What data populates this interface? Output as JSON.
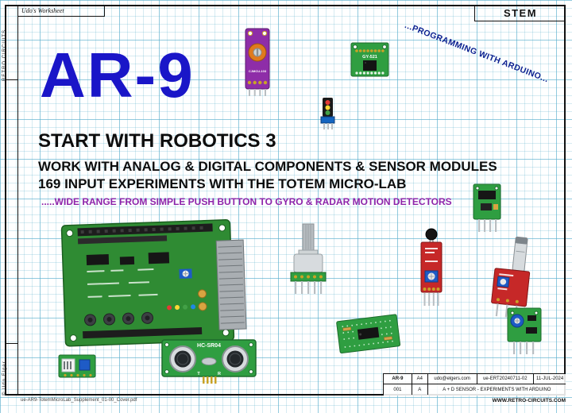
{
  "colors": {
    "grid": "#5aafcd",
    "frame": "#111111",
    "title_blue": "#1a16c8",
    "accent_purple": "#8e24aa",
    "diagonal_navy": "#0a1f8f",
    "pcb_green": "#2f8b33",
    "board_red": "#c62828",
    "board_purple": "#8e2da8"
  },
  "header": {
    "worksheet_label": "Udo's Worksheet",
    "stem_label": "STEM",
    "diagonal_label": "...PROGRAMMING WITH ARDUINO..."
  },
  "side": {
    "brand_vertical": "RETRO CIRCUITS",
    "copyright_vertical": "© Udo Elger"
  },
  "title": {
    "main": "AR-9",
    "line1": "START WITH ROBOTICS 3",
    "line2": "WORK WITH ANALOG & DIGITAL COMPONENTS & SENSOR MODULES",
    "line3": "169 INPUT EXPERIMENTS WITH THE TOTEM MICRO-LAB",
    "line4": ".....WIDE RANGE FROM SIMPLE PUSH BUTTON TO GYRO & RADAR MOTION DETECTORS"
  },
  "modules": {
    "gyro_label": "GY-521",
    "ultrasonic_label": "HC-SR04",
    "ultrasonic_transmit_label": "T",
    "ultrasonic_receive_label": "R",
    "piezo_label": "CJMCU-103"
  },
  "title_block": {
    "doc_id": "AR-9",
    "paper_size": "A4",
    "email": "udo@elgers.com",
    "drawing_no": "ue-ERT20240711-02",
    "date": "11-JUL-2024",
    "sheet_no": "001",
    "revision": "A",
    "description": "A + D SENSOR - EXPERIMENTS WITH ARDUINO"
  },
  "footer": {
    "filename": "ue-AR9-TotemMicroLab_Supplement_01-00_Cover.pdf",
    "website": "WWW.RETRO-CIRCUITS.COM"
  }
}
